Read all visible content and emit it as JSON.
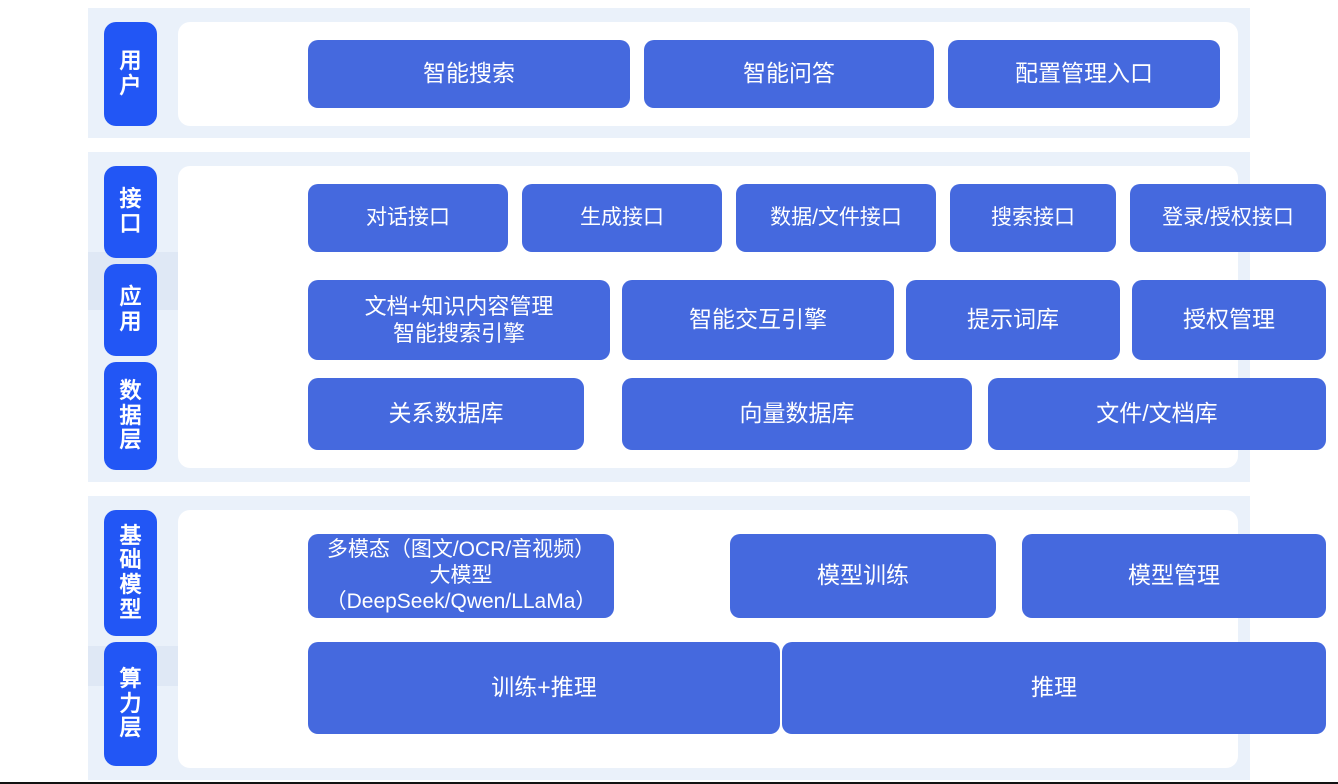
{
  "theme": {
    "tab_blue": "#2256f5",
    "box_blue": "#4569de",
    "section_bg": "#eaf1fa",
    "band_bg": "#dfe8f5",
    "panel_bg": "#ffffff",
    "text_on_blue": "#ffffff"
  },
  "sections": [
    {
      "id": "user",
      "tabs": [
        {
          "label": "用户"
        }
      ],
      "rows": [
        {
          "id": "user-entries",
          "boxes": [
            {
              "label": "智能搜索"
            },
            {
              "label": "智能问答"
            },
            {
              "label": "配置管理入口"
            }
          ]
        }
      ]
    },
    {
      "id": "platform",
      "tabs": [
        {
          "label": "接口"
        },
        {
          "label": "应用"
        },
        {
          "label": "数据层"
        }
      ],
      "rows": [
        {
          "id": "interface-row",
          "boxes": [
            {
              "label": "对话接口"
            },
            {
              "label": "生成接口"
            },
            {
              "label": "数据/文件接口"
            },
            {
              "label": "搜索接口"
            },
            {
              "label": "登录/授权接口"
            }
          ]
        },
        {
          "id": "application-row",
          "boxes": [
            {
              "label": "文档+知识内容管理\n智能搜索引擎"
            },
            {
              "label": "智能交互引擎"
            },
            {
              "label": "提示词库"
            },
            {
              "label": "授权管理"
            }
          ]
        },
        {
          "id": "data-row",
          "boxes": [
            {
              "label": "关系数据库"
            },
            {
              "label": "向量数据库"
            },
            {
              "label": "文件/文档库"
            }
          ]
        }
      ]
    },
    {
      "id": "foundation",
      "tabs": [
        {
          "label": "基础模型"
        },
        {
          "label": "算力层"
        }
      ],
      "rows": [
        {
          "id": "model-row",
          "boxes": [
            {
              "label": "多模态（图文/OCR/音视频）\n大模型（DeepSeek/Qwen/LLaMa）"
            },
            {
              "label": "模型训练"
            },
            {
              "label": "模型管理"
            }
          ]
        },
        {
          "id": "compute-row",
          "boxes": [
            {
              "label": "训练+推理"
            },
            {
              "label": "推理"
            }
          ]
        }
      ]
    }
  ]
}
